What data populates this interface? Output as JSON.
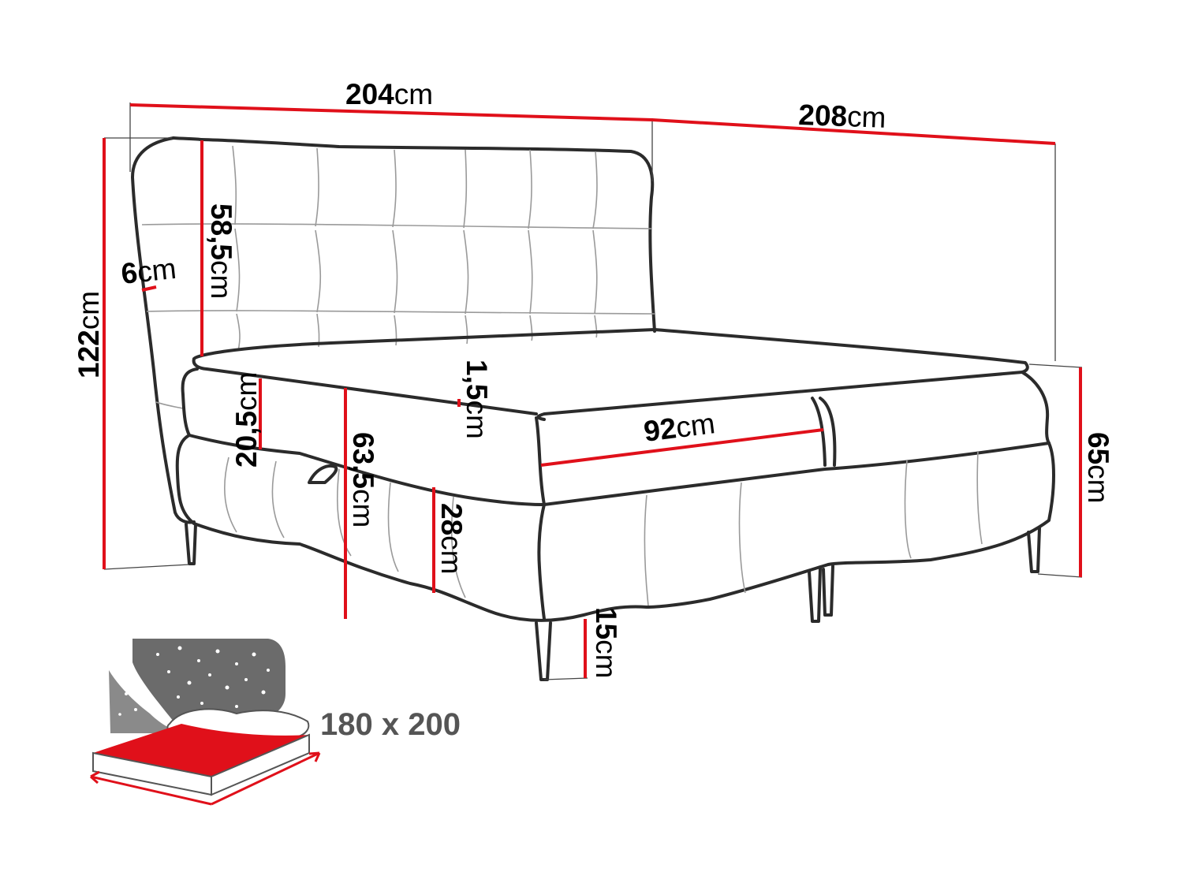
{
  "dimensions": {
    "width": {
      "value": "204",
      "unit": "cm"
    },
    "length": {
      "value": "208",
      "unit": "cm"
    },
    "total_height": {
      "value": "122",
      "unit": "cm"
    },
    "headboard_height": {
      "value": "58,5",
      "unit": "cm"
    },
    "headboard_thickness": {
      "value": "6",
      "unit": "cm"
    },
    "topper_height": {
      "value": "20,5",
      "unit": "cm"
    },
    "sleep_height": {
      "value": "63,5",
      "unit": "cm"
    },
    "topper_thickness": {
      "value": "1,5",
      "unit": "cm"
    },
    "mattress_width": {
      "value": "92",
      "unit": "cm"
    },
    "base_height": {
      "value": "28",
      "unit": "cm"
    },
    "leg_height": {
      "value": "15",
      "unit": "cm"
    },
    "bed_height": {
      "value": "65",
      "unit": "cm"
    }
  },
  "sleeping_area": "180 x 200",
  "colors": {
    "dimension_line": "#e0101a",
    "outline": "#2b2b2b",
    "night_sky": "#6b6b6b",
    "mattress": "#e0101a"
  }
}
